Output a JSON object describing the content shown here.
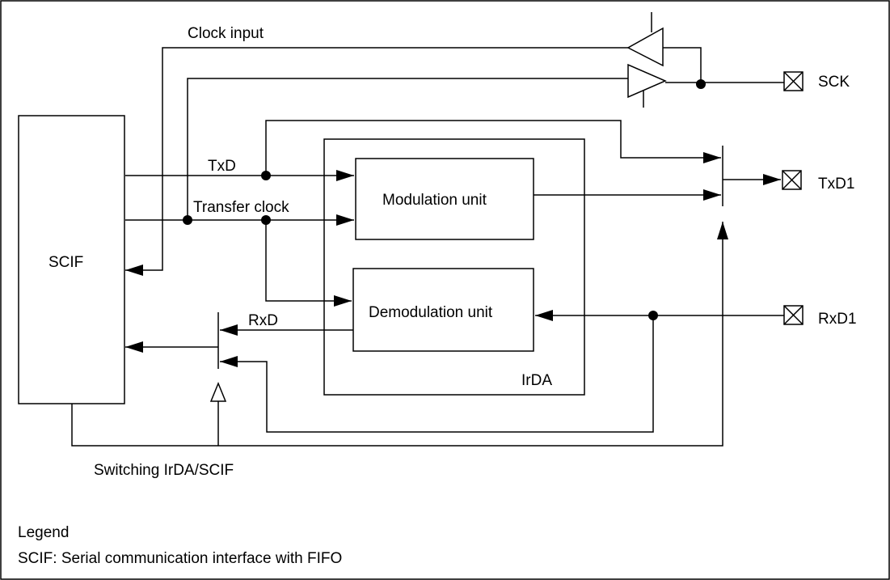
{
  "blocks": {
    "scif": "SCIF",
    "modulation": "Modulation unit",
    "demodulation": "Demodulation unit",
    "irda": "IrDA"
  },
  "signals": {
    "clock_input": "Clock input",
    "txd": "TxD",
    "transfer_clock": "Transfer clock",
    "rxd": "RxD",
    "switching": "Switching IrDA/SCIF"
  },
  "pins": {
    "sck": "SCK",
    "txd1": "TxD1",
    "rxd1": "RxD1"
  },
  "legend": {
    "title": "Legend",
    "text": "SCIF: Serial communication interface with FIFO"
  }
}
